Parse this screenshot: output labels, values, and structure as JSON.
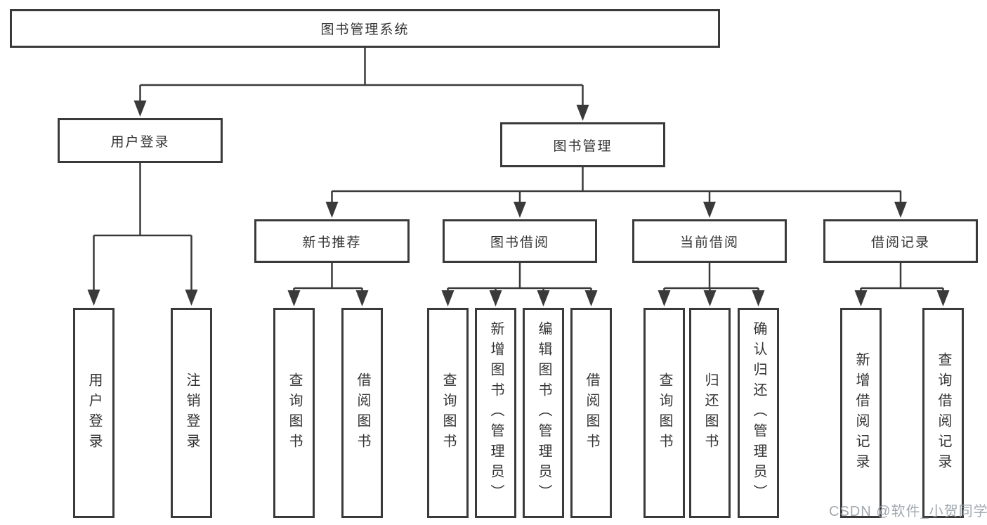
{
  "root": {
    "label": "图书管理系统"
  },
  "branches": {
    "user_login": {
      "label": "用户登录",
      "children": [
        {
          "label": "用户登录"
        },
        {
          "label": "注销登录"
        }
      ]
    },
    "book_management": {
      "label": "图书管理",
      "sections": [
        {
          "label": "新书推荐",
          "children": [
            {
              "label": "查询图书"
            },
            {
              "label": "借阅图书"
            }
          ]
        },
        {
          "label": "图书借阅",
          "children": [
            {
              "label": "查询图书"
            },
            {
              "label": "新增图书（管理员）"
            },
            {
              "label": "编辑图书（管理员）"
            },
            {
              "label": "借阅图书"
            }
          ]
        },
        {
          "label": "当前借阅",
          "children": [
            {
              "label": "查询图书"
            },
            {
              "label": "归还图书"
            },
            {
              "label": "确认归还（管理员）"
            }
          ]
        },
        {
          "label": "借阅记录",
          "children": [
            {
              "label": "新增借阅记录"
            },
            {
              "label": "查询借阅记录"
            }
          ]
        }
      ]
    }
  },
  "watermark": {
    "text": "CSDN @软件_小贺同学"
  },
  "colors": {
    "line": "#3a3a3a",
    "box_border": "#3a3a3a",
    "text": "#333333",
    "background": "#ffffff",
    "watermark": "#99a0a7"
  }
}
